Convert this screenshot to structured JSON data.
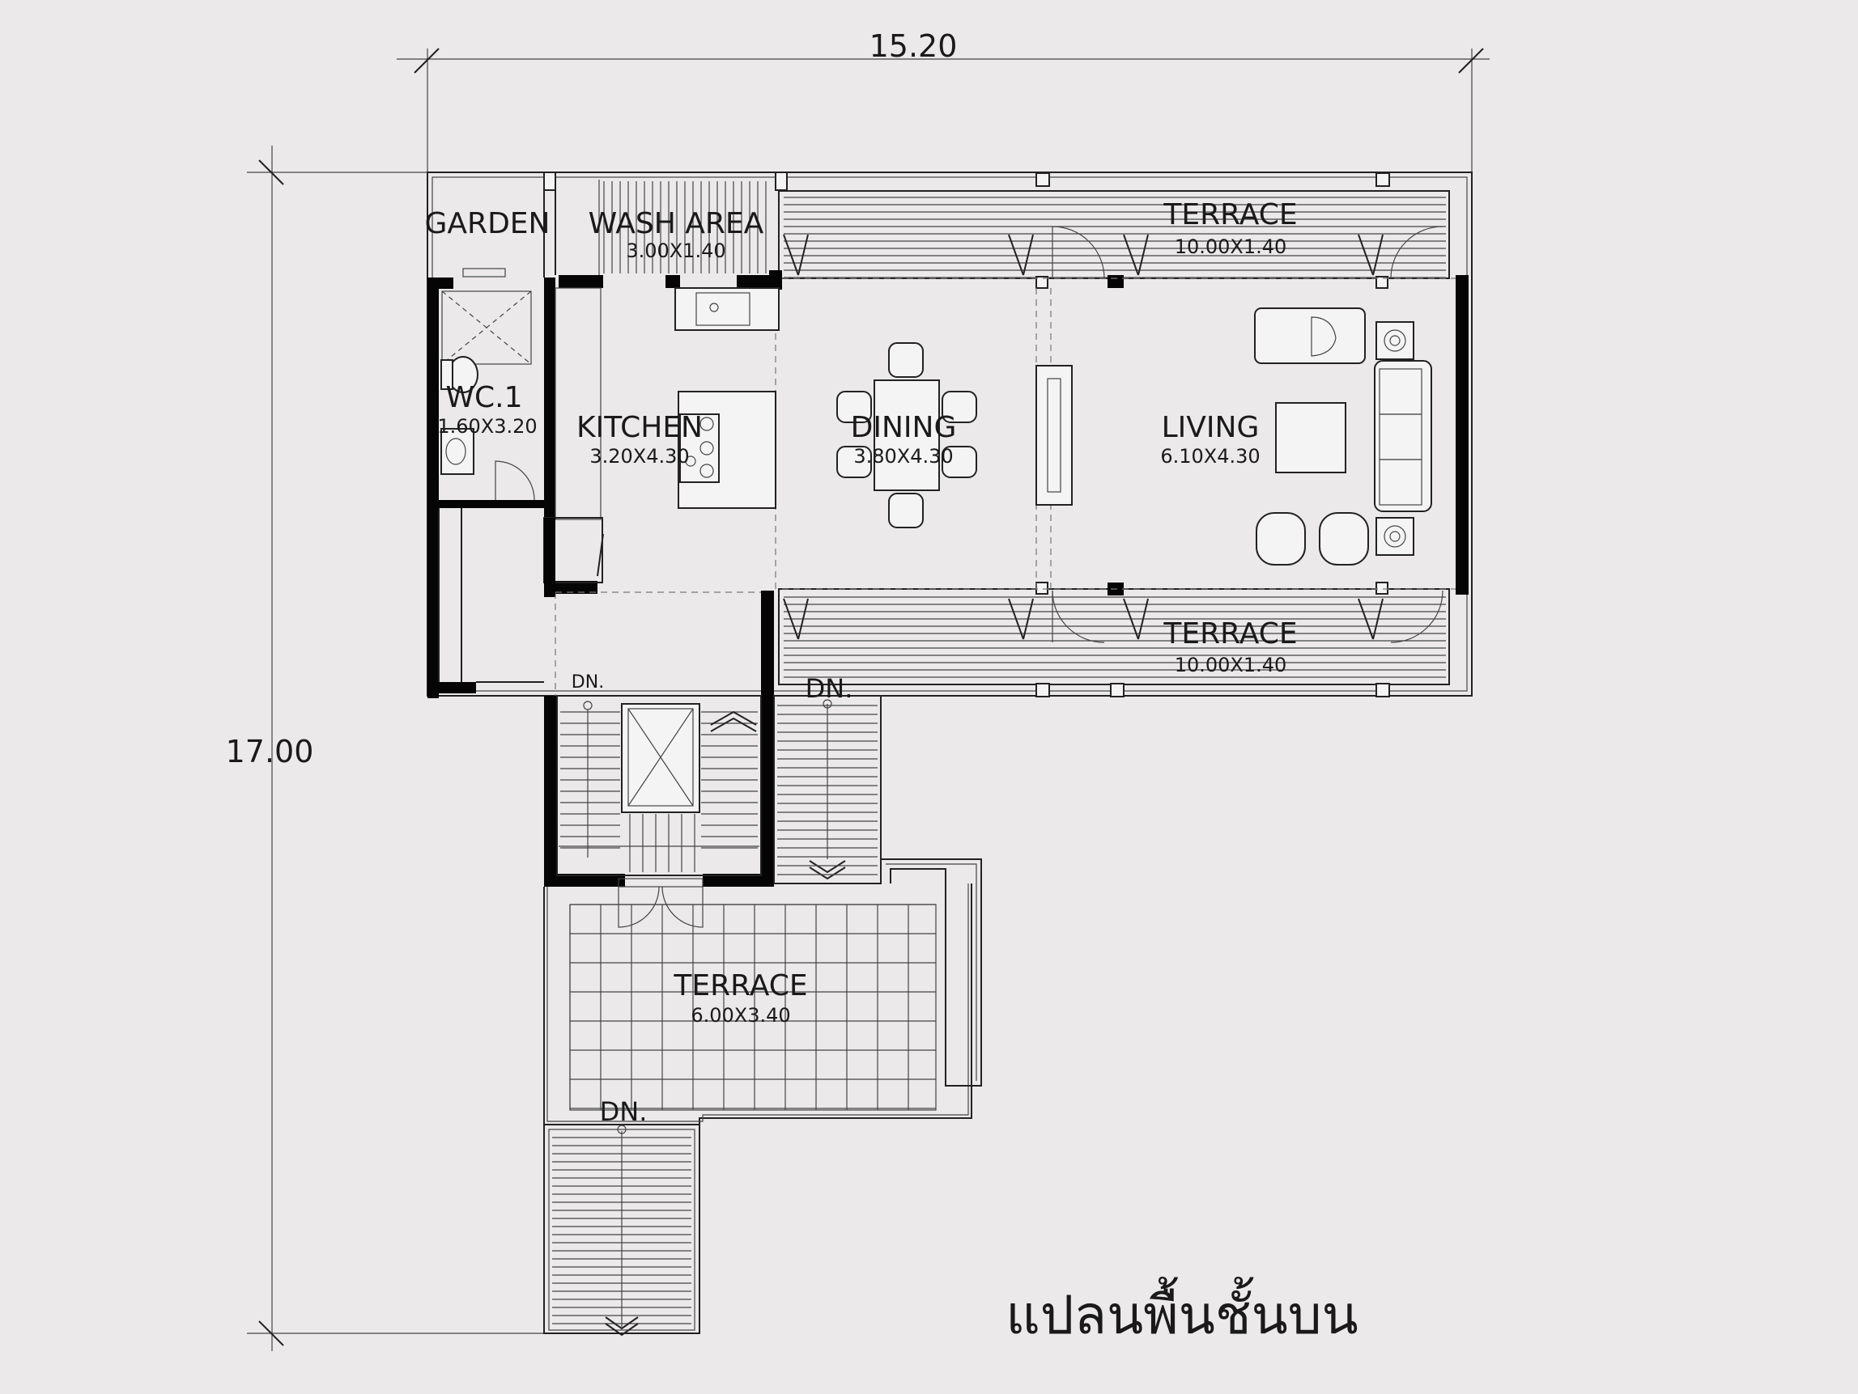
{
  "title": "แปลนพื้นชั้นบน",
  "dimensions": {
    "width": "15.20",
    "height": "17.00"
  },
  "rooms": [
    {
      "name": "GARDEN",
      "size": ""
    },
    {
      "name": "WASH AREA",
      "size": "3.00X1.40"
    },
    {
      "name": "TERRACE",
      "size": "10.00X1.40"
    },
    {
      "name": "WC.1",
      "size": "1.60X3.20"
    },
    {
      "name": "KITCHEN",
      "size": "3.20X4.30"
    },
    {
      "name": "DINING",
      "size": "3.80X4.30"
    },
    {
      "name": "LIVING",
      "size": "6.10X4.30"
    },
    {
      "name": "TERRACE",
      "size": "10.00X1.40"
    },
    {
      "name": "TERRACE",
      "size": "6.00X3.40"
    }
  ],
  "stairs": [
    {
      "label": "DN."
    },
    {
      "label": "DN."
    },
    {
      "label": "DN."
    }
  ]
}
